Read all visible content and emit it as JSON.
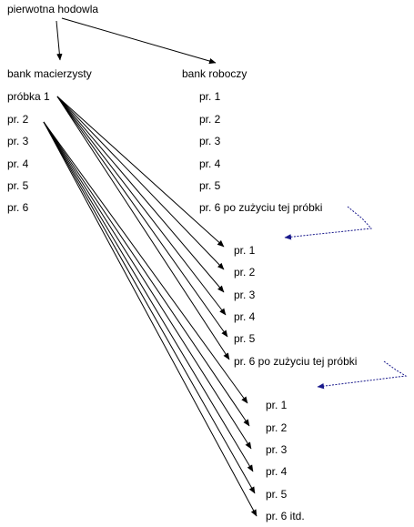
{
  "root": "pierwotna hodowla",
  "mother_bank": {
    "title": "bank macierzysty",
    "items": [
      "próbka 1",
      "pr. 2",
      "pr. 3",
      "pr. 4",
      "pr. 5",
      "pr. 6"
    ]
  },
  "working_banks": [
    {
      "title": "bank roboczy",
      "items": [
        "pr. 1",
        "pr. 2",
        "pr. 3",
        "pr. 4",
        "pr. 5",
        "pr. 6 po zużyciu tej próbki"
      ]
    },
    {
      "items": [
        "pr. 1",
        "pr. 2",
        "pr. 3",
        "pr. 4",
        "pr. 5",
        "pr. 6 po zużyciu tej próbki"
      ]
    },
    {
      "items": [
        "pr. 1",
        "pr. 2",
        "pr. 3",
        "pr. 4",
        "pr. 5",
        "pr. 6 itd."
      ]
    }
  ],
  "colors": {
    "text": "#000000",
    "dotted_arrow": "#1a1a8c",
    "background": "#ffffff"
  }
}
